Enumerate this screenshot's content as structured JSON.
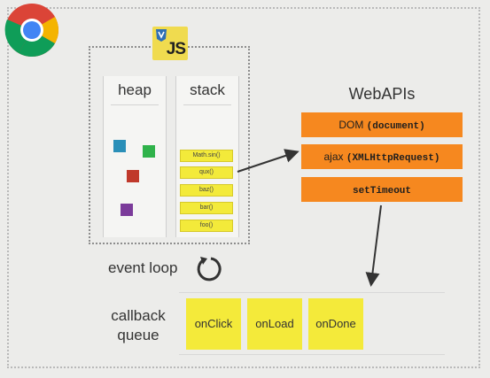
{
  "browser": {
    "logo_icon": "chrome-logo-icon"
  },
  "engine": {
    "logo_text": "JS"
  },
  "heap": {
    "title": "heap",
    "objects": [
      {
        "color": "#2a8fb8"
      },
      {
        "color": "#2fb24a"
      },
      {
        "color": "#c0392b"
      },
      {
        "color": "#7b3b9a"
      }
    ]
  },
  "stack": {
    "title": "stack",
    "frames": [
      "Math.sin()",
      "qux()",
      "baz()",
      "bar()",
      "foo()"
    ]
  },
  "webapis": {
    "title": "WebAPIs",
    "items": [
      {
        "prefix": "DOM ",
        "code": "(document)"
      },
      {
        "prefix": "ajax ",
        "code": "(XMLHttpRequest)"
      },
      {
        "prefix": "",
        "code": "setTimeout"
      }
    ]
  },
  "event_loop": {
    "label": "event loop"
  },
  "callback_queue": {
    "label_line1": "callback",
    "label_line2": "queue",
    "items": [
      "onClick",
      "onLoad",
      "onDone"
    ]
  },
  "colors": {
    "api_orange": "#f6881f",
    "queue_yellow": "#f4ea3a",
    "js_yellow": "#f0db4f"
  }
}
